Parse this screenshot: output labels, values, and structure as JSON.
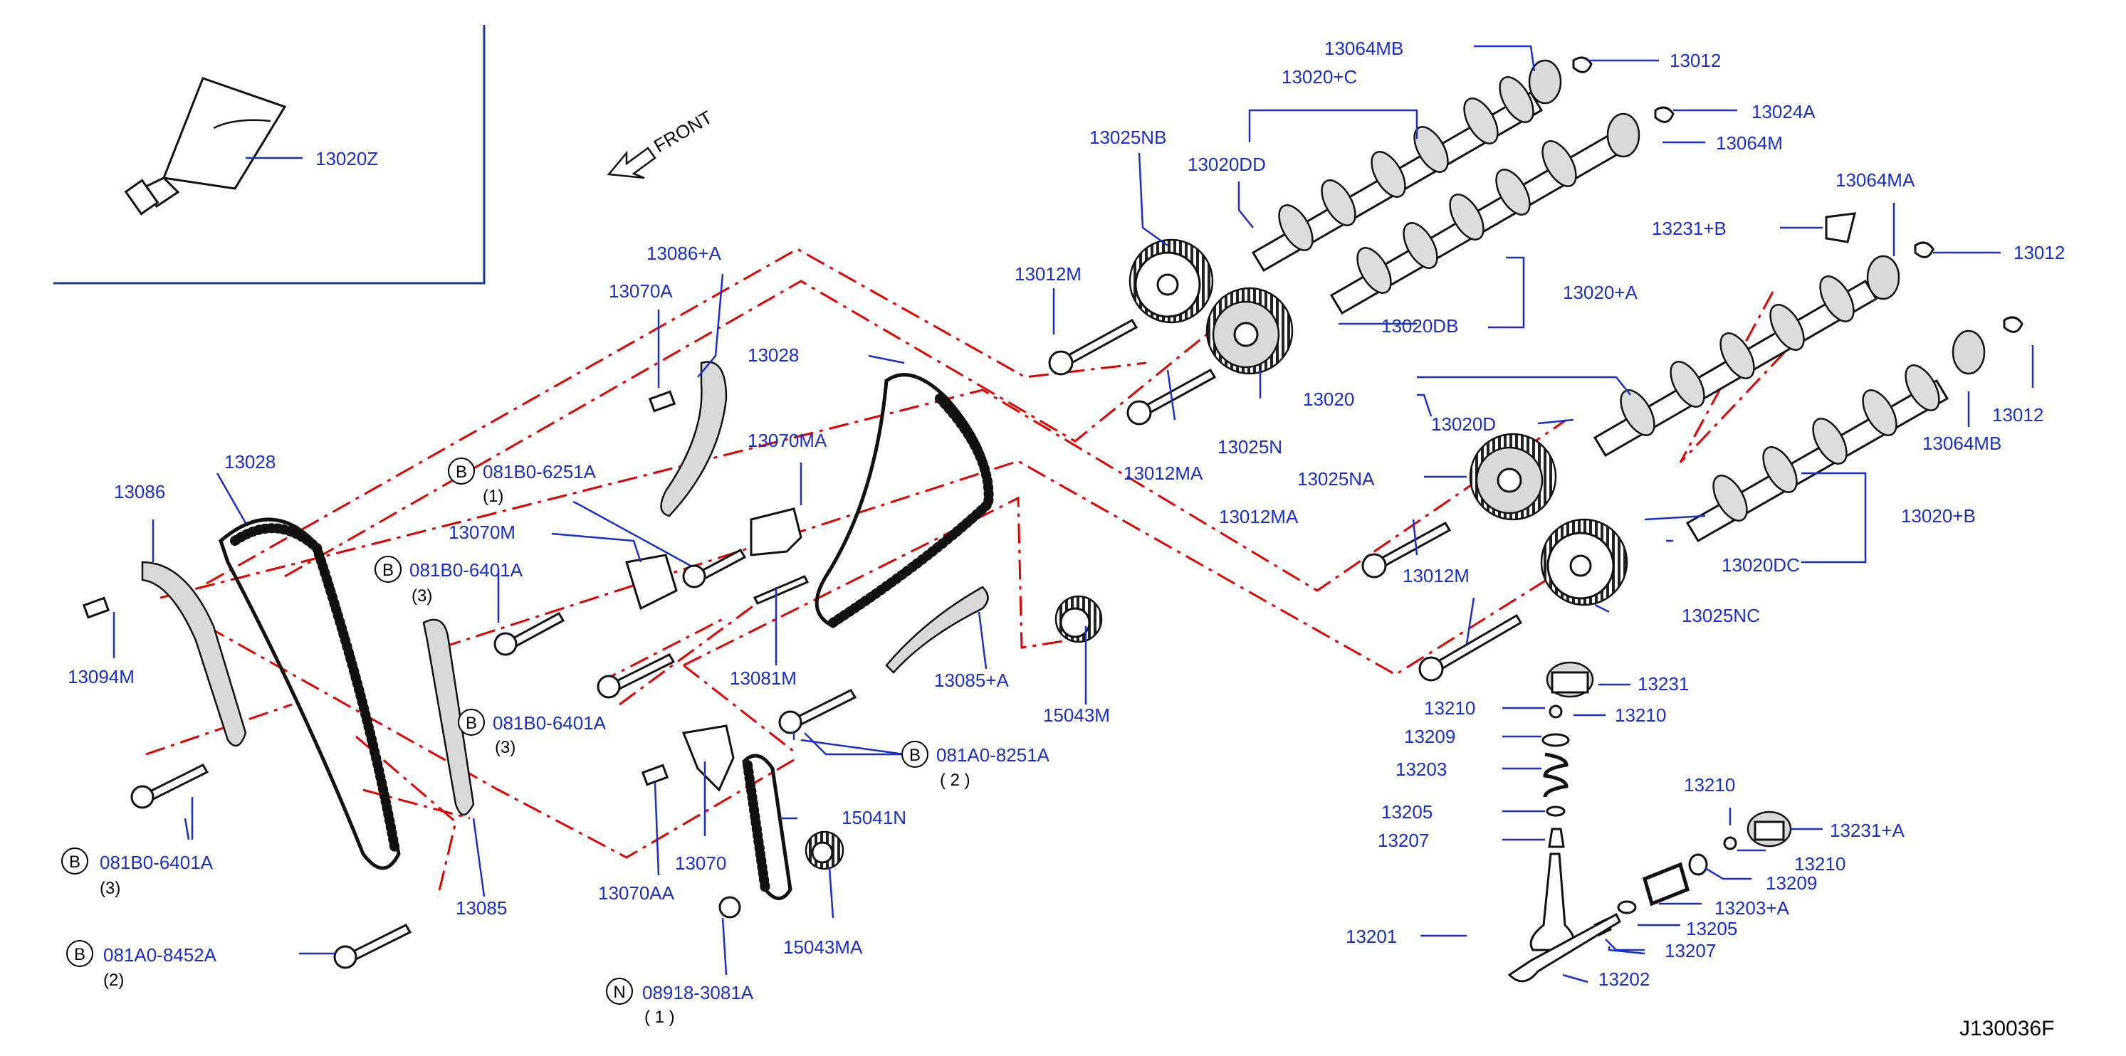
{
  "diagram_code": "J130036F",
  "front_label": "FRONT",
  "colors": {
    "label": "#1a2ec8",
    "centerline": "#e00000",
    "outline": "#111111"
  },
  "callouts": [
    {
      "id": "13020z",
      "text": "13020Z"
    },
    {
      "id": "13064mb-top",
      "text": "13064MB"
    },
    {
      "id": "13012-top",
      "text": "13012"
    },
    {
      "id": "13020c",
      "text": "13020+C"
    },
    {
      "id": "13024a",
      "text": "13024A"
    },
    {
      "id": "13064m",
      "text": "13064M"
    },
    {
      "id": "13025nb",
      "text": "13025NB"
    },
    {
      "id": "13020dd",
      "text": "13020DD"
    },
    {
      "id": "13064ma",
      "text": "13064MA"
    },
    {
      "id": "13231b",
      "text": "13231+B"
    },
    {
      "id": "13012-mid",
      "text": "13012"
    },
    {
      "id": "13012m-top",
      "text": "13012M"
    },
    {
      "id": "13020a",
      "text": "13020+A"
    },
    {
      "id": "13020db",
      "text": "13020DB"
    },
    {
      "id": "13086a",
      "text": "13086+A"
    },
    {
      "id": "13070a",
      "text": "13070A"
    },
    {
      "id": "13028-mid",
      "text": "13028"
    },
    {
      "id": "13020",
      "text": "13020"
    },
    {
      "id": "13020d",
      "text": "13020D"
    },
    {
      "id": "13012-low",
      "text": "13012"
    },
    {
      "id": "13025n",
      "text": "13025N"
    },
    {
      "id": "13064mb-low",
      "text": "13064MB"
    },
    {
      "id": "13070ma",
      "text": "13070MA"
    },
    {
      "id": "13012ma-top",
      "text": "13012MA"
    },
    {
      "id": "13025na",
      "text": "13025NA"
    },
    {
      "id": "13020b",
      "text": "13020+B"
    },
    {
      "id": "13028-left",
      "text": "13028"
    },
    {
      "id": "13086",
      "text": "13086"
    },
    {
      "id": "13070m",
      "text": "13070M"
    },
    {
      "id": "13012ma-low",
      "text": "13012MA"
    },
    {
      "id": "13020dc",
      "text": "13020DC"
    },
    {
      "id": "13012m-low",
      "text": "13012M"
    },
    {
      "id": "13025nc",
      "text": "13025NC"
    },
    {
      "id": "13094m",
      "text": "13094M"
    },
    {
      "id": "13081m",
      "text": "13081M"
    },
    {
      "id": "13085a",
      "text": "13085+A"
    },
    {
      "id": "15043m",
      "text": "15043M"
    },
    {
      "id": "13231",
      "text": "13231"
    },
    {
      "id": "13210-a",
      "text": "13210"
    },
    {
      "id": "13210-b",
      "text": "13210"
    },
    {
      "id": "13209",
      "text": "13209"
    },
    {
      "id": "13203",
      "text": "13203"
    },
    {
      "id": "13205",
      "text": "13205"
    },
    {
      "id": "13207",
      "text": "13207"
    },
    {
      "id": "15041n",
      "text": "15041N"
    },
    {
      "id": "13070",
      "text": "13070"
    },
    {
      "id": "13085",
      "text": "13085"
    },
    {
      "id": "13070aa",
      "text": "13070AA"
    },
    {
      "id": "15043ma",
      "text": "15043MA"
    },
    {
      "id": "13210-c",
      "text": "13210"
    },
    {
      "id": "13231a",
      "text": "13231+A"
    },
    {
      "id": "13210-d",
      "text": "13210"
    },
    {
      "id": "13209-b",
      "text": "13209"
    },
    {
      "id": "13203a",
      "text": "13203+A"
    },
    {
      "id": "13201",
      "text": "13201"
    },
    {
      "id": "13205-b",
      "text": "13205"
    },
    {
      "id": "13207-b",
      "text": "13207"
    },
    {
      "id": "13202",
      "text": "13202"
    }
  ],
  "fasteners": [
    {
      "id": "f1",
      "prefix": "B",
      "part": "081B0-6251A",
      "qty": "(1)"
    },
    {
      "id": "f2",
      "prefix": "B",
      "part": "081B0-6401A",
      "qty": "(3)"
    },
    {
      "id": "f3",
      "prefix": "B",
      "part": "081B0-6401A",
      "qty": "(3)"
    },
    {
      "id": "f4",
      "prefix": "B",
      "part": "081A0-8251A",
      "qty": "( 2 )"
    },
    {
      "id": "f5",
      "prefix": "B",
      "part": "081B0-6401A",
      "qty": "(3)"
    },
    {
      "id": "f6",
      "prefix": "B",
      "part": "081A0-8452A",
      "qty": "(2)"
    },
    {
      "id": "f7",
      "prefix": "N",
      "part": "08918-3081A",
      "qty": "( 1 )"
    }
  ]
}
